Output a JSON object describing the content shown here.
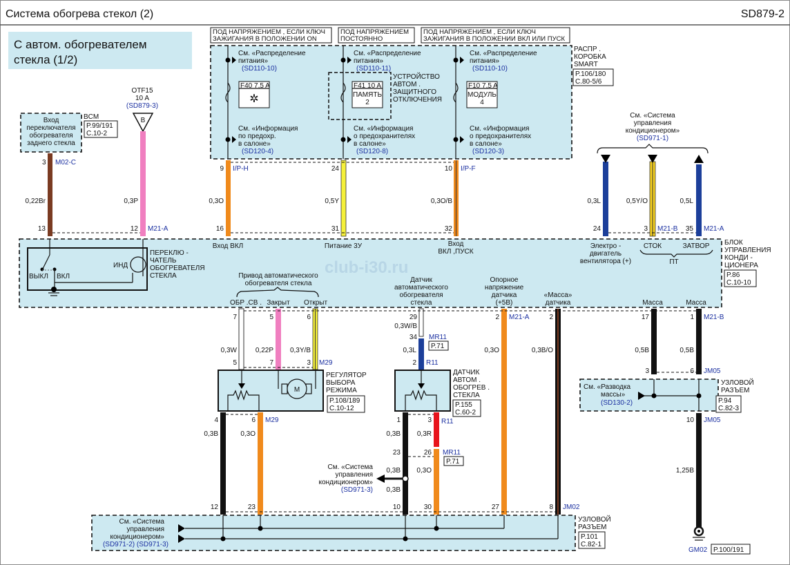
{
  "header": {
    "title": "Система  обогрева стекол (2)",
    "code": "SD879-2"
  },
  "subtitle": [
    "С автом. обогревателем",
    "стекла (1/2)"
  ],
  "watermark": "club-i30.ru",
  "supply_boxes": [
    [
      "ПОД НАПРЯЖЕНИЕМ  , ЕСЛИ КЛЮЧ",
      "ЗАЖИГАНИЯ  В ПОЛОЖЕНИИ  ON"
    ],
    [
      "ПОД НАПРЯЖЕНИЕМ",
      "ПОСТОЯННО"
    ],
    [
      "ПОД НАПРЯЖЕНИЕМ  , ЕСЛИ КЛЮЧ",
      "ЗАЖИГАНИЯ  В ПОЛОЖЕНИИ  ВКЛ ИЛИ ПУСК"
    ]
  ],
  "smart_box": {
    "label": [
      "РАСПР .",
      "КОРОБКА",
      "SMART"
    ],
    "ref": [
      "P.106/180",
      "C.80-5/6"
    ]
  },
  "power_refs": [
    {
      "lines": [
        "См. «Распределение",
        "питания»"
      ],
      "code": "(SD110-10)"
    },
    {
      "lines": [
        "См. «Распределение",
        "питания»"
      ],
      "code": "(SD110-11)"
    },
    {
      "lines": [
        "См. «Распределение",
        "питания»"
      ],
      "code": "(SD110-10)"
    }
  ],
  "fuse_refs": [
    {
      "lines": [
        "См. «Информация",
        "по предохр.",
        "в салоне»"
      ],
      "code": "(SD120-4)"
    },
    {
      "lines": [
        "См. «Информация",
        "о предохранителях",
        "в салоне»"
      ],
      "code": "(SD120-8)"
    },
    {
      "lines": [
        "См. «Информация",
        "о предохранителях",
        "в салоне»"
      ],
      "code": "(SD120-3)"
    }
  ],
  "fuses": [
    {
      "name": "F40 7,5 A",
      "icon": "snowflake-icon",
      "sub": [
        "✲"
      ]
    },
    {
      "name": "F41 10 A",
      "sub": [
        "ПАМЯТЬ",
        "2"
      ]
    },
    {
      "name": "F10 7,5 A",
      "sub": [
        "МОДУЛЬ",
        "4"
      ]
    }
  ],
  "breaker_label": [
    "УСТРОЙСТВО",
    "АВТОМ .",
    "ЗАЩИТНОГО",
    "ОТКЛЮЧЕНИЯ"
  ],
  "bcm": {
    "lines": [
      "Вход",
      "переключателя",
      "обогревателя",
      "заднего стекла"
    ],
    "name": "BCM",
    "ref": [
      "P.99/191",
      "C.10-2"
    ]
  },
  "otf": {
    "lines": [
      "OTF15",
      "10 A"
    ],
    "code": "(SD879-3)",
    "letter": "B"
  },
  "ac_ref_top": {
    "lines": [
      "См. «Система",
      "управления",
      "кондиционером»"
    ],
    "code": "(SD971-1)"
  },
  "wires": {
    "brown": {
      "pin_top": "3",
      "conn_top": "M02-C",
      "spec": "0,22Br",
      "pin_bot": "13",
      "color": "#7a3b22"
    },
    "pink": {
      "spec": "0,3P",
      "pin_bot": "12",
      "conn_bot": "M21-A",
      "color": "#f07fc0"
    },
    "w1": {
      "pin_top": "9",
      "conn_top": "I/P-H",
      "spec": "0,3O",
      "pin_bot": "16",
      "color": "#f08a1c"
    },
    "w2": {
      "pin_top": "24",
      "spec": "0,5Y",
      "pin_bot": "31",
      "color": "#f5f03a"
    },
    "w3": {
      "pin_top": "10",
      "conn_top": "I/P-F",
      "spec": "0,3O/B",
      "pin_bot": "32"
    },
    "r1": {
      "spec": "0,3L",
      "pin_bot": "24",
      "color": "#1c3f9a"
    },
    "r2": {
      "spec": "0,5Y/O",
      "pin_bot": "3",
      "conn_bot": "M21-B"
    },
    "r3": {
      "spec": "0,5L",
      "pin_bot": "35",
      "conn_bot": "M21-A"
    }
  },
  "control_unit": {
    "name": [
      "БЛОК",
      "УПРАВЛЕНИЯ",
      "КОНДИ -",
      "ЦИОНЕРА"
    ],
    "ref": [
      "P.86",
      "C.10-10"
    ],
    "switch": [
      "ПЕРЕКЛЮ -",
      "ЧАТЕЛЬ",
      "ОБОГРЕВАТЕЛЯ",
      "СТЕКЛА"
    ],
    "off": "ВЫКЛ",
    "on": "ВКЛ",
    "ind": "ИНД .",
    "in_on": "Вход ВКЛ",
    "power": "Питание 3У",
    "in_start": [
      "Вход",
      "ВКЛ ,ПУСК"
    ],
    "fan": [
      "Электро -",
      "двигатель",
      "вентилятора (+)"
    ],
    "drain": "СТОК",
    "gate": "ЗАТВОР",
    "pt": "ПТ",
    "actuator": [
      "Привод автоматического",
      "обогревателя стекла"
    ],
    "fb": "ОБР .СВ .",
    "close": "Закрыт",
    "open": "Открыт",
    "sensor": [
      "Датчик",
      "автоматического",
      "обогревателя",
      "стекла"
    ],
    "ref_v": [
      "Опорное",
      "напряжение",
      "датчика",
      "(+5В)"
    ],
    "sensor_gnd": [
      "«Масса»",
      "датчика"
    ],
    "gnd1": "Масса",
    "gnd2": "Масса"
  },
  "lower": {
    "a": {
      "pin_top": "7",
      "spec": "0,3W",
      "pin_bot": "5"
    },
    "b": {
      "pin_top": "5",
      "spec": "0,22P",
      "pin_bot": "7"
    },
    "c": {
      "pin_top": "6",
      "spec": "0,3Y/B",
      "pin_bot": "3",
      "conn": "M29"
    },
    "s": {
      "pin_top": "29",
      "spec_top": "0,3W/B",
      "pin_mid": "34",
      "conn_mid": "MR11",
      "ref_mid": "P.71",
      "spec": "0,3L",
      "pin_bot": "2",
      "conn_bot": "R11"
    },
    "v": {
      "pin_top": "2",
      "conn_top": "M21-A",
      "spec": "0,3O",
      "pin_bot": "27"
    },
    "g": {
      "pin_top": "2",
      "spec": "0,3B/O",
      "pin_bot": "8",
      "conn_bot": "JM02"
    },
    "m1": {
      "pin_top": "17",
      "spec": "0,5B",
      "pin_bot": "3"
    },
    "m2": {
      "pin_top": "1",
      "conn_top": "M21-B",
      "spec": "0,5B",
      "pin_bot": "6",
      "conn_bot": "JM05"
    }
  },
  "regulator": {
    "name": [
      "РЕГУЛЯТОР",
      "ВЫБОРА",
      "РЕЖИМА"
    ],
    "motor": "M",
    "ref": [
      "P.108/189",
      "C.10-12"
    ],
    "out1": {
      "pin": "4",
      "spec": "0,3B",
      "pin_bot": "12"
    },
    "out2": {
      "pin": "6",
      "conn": "M29",
      "spec": "0,3O",
      "pin_bot": "23"
    }
  },
  "sensor": {
    "name": [
      "ДАТЧИК",
      "АВТОМ .",
      "ОБОГРЕВ .",
      "СТЕКЛА"
    ],
    "ref": [
      "P.155",
      "C.60-2"
    ],
    "out1": {
      "pin": "1",
      "spec": "0,3B",
      "pin_mid": "23",
      "spec2": "0,3B",
      "spec3": "0,3B",
      "pin_bot": "10"
    },
    "out2": {
      "pin": "3",
      "conn": "R11",
      "spec": "0,3R",
      "pin_mid": "26",
      "conn_mid": "MR11",
      "ref_mid": "P.71",
      "spec2": "0,3O",
      "pin_bot": "30"
    }
  },
  "ac_ref_mid": {
    "lines": [
      "См. «Система",
      "управления",
      "кондиционером»"
    ],
    "code": "(SD971-3)"
  },
  "ac_ref_bot": {
    "lines": [
      "См. «Система",
      "управления",
      "кондиционером»"
    ],
    "code": "(SD971-2) (SD971-3)"
  },
  "junction_bottom": {
    "name": [
      "УЗЛОВОЙ",
      "РАЗЪЕМ"
    ],
    "ref": [
      "P.101",
      "C.82-1"
    ]
  },
  "junction_right": {
    "name": [
      "УЗЛОВОЙ",
      "РАЗЪЕМ"
    ],
    "ref": [
      "P.94",
      "C.82-3"
    ],
    "ground_ref": [
      "См. «Разводка",
      "массы»"
    ],
    "code": "(SD130-2)",
    "out_pin": "10",
    "out_conn": "JM05",
    "out_spec": "1,25B"
  },
  "ground": {
    "name": "GM02",
    "ref": "P.100/191"
  }
}
